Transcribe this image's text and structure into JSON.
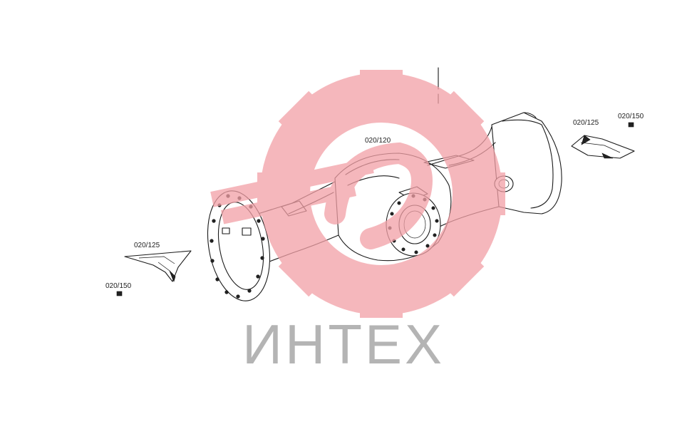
{
  "diagram": {
    "labels": {
      "housing": "020/120",
      "cover_left": "020/125",
      "nut_left": "020/150",
      "cover_right": "020/125",
      "nut_right": "020/150"
    }
  },
  "watermark": {
    "text": "ИНТЕХ",
    "logo": "gear-logo",
    "gear_color": "#f2a0a6",
    "text_color": "#b4b4b4"
  },
  "colors": {
    "line": "#1a1a1a",
    "background": "#ffffff"
  }
}
